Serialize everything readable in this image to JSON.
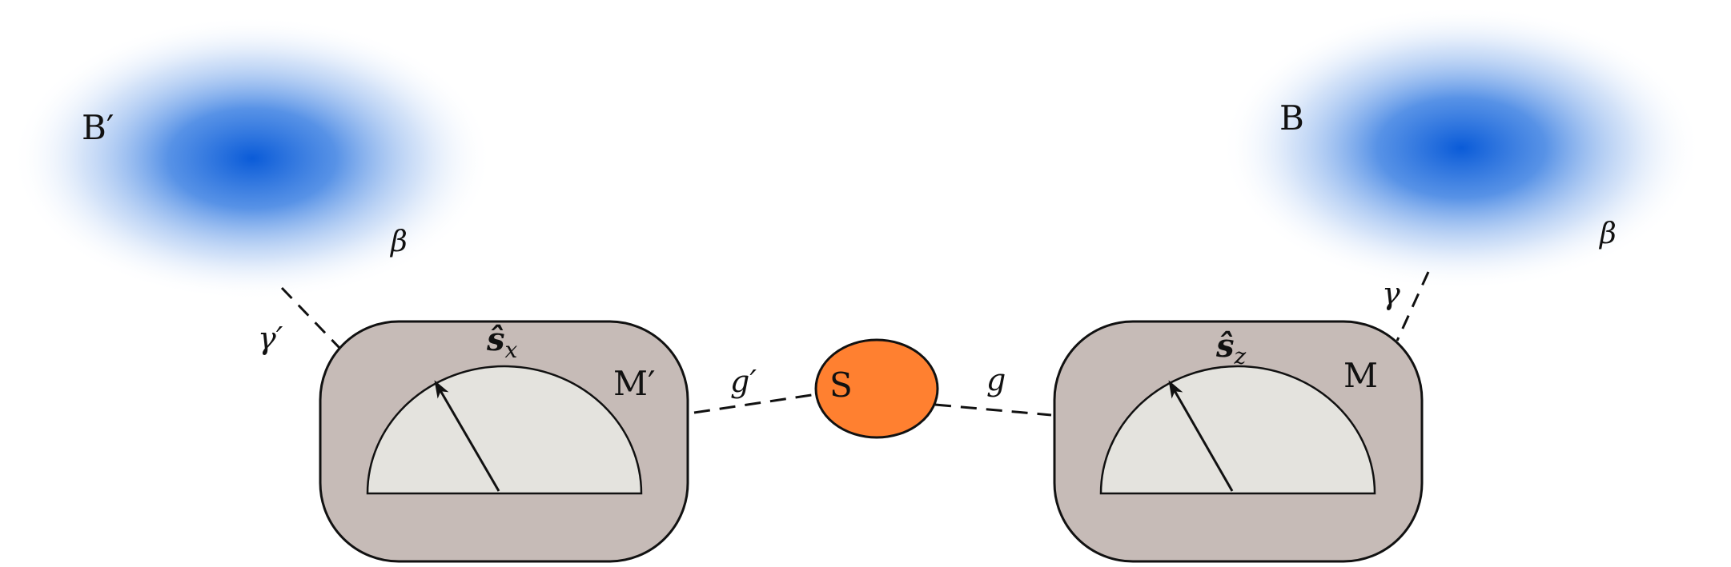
{
  "baths": {
    "left": {
      "label": "B′",
      "temperature": "β"
    },
    "right": {
      "label": "B",
      "temperature": "β"
    }
  },
  "meters": {
    "left": {
      "label": "M′",
      "observable": "ŝ",
      "observable_subscript": "x"
    },
    "right": {
      "label": "M",
      "observable": "ŝ",
      "observable_subscript": "z"
    }
  },
  "system": {
    "label": "S"
  },
  "couplings": {
    "left_bath": "γ′",
    "right_bath": "γ",
    "left_system": "g′",
    "right_system": "g"
  },
  "colors": {
    "bath_core": "#0a5bd8",
    "meter_body": "#c6bbb7",
    "meter_dial": "#e4e3de",
    "system_fill": "#ff8030"
  }
}
